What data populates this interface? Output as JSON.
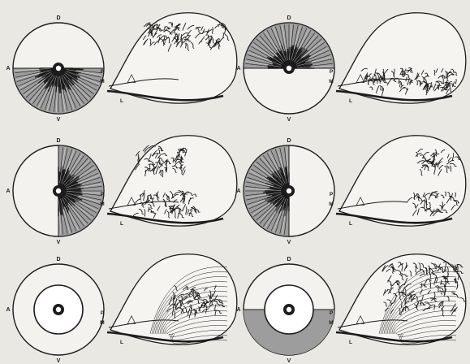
{
  "panels": [
    {
      "id": "a",
      "labels": {
        "top": "D",
        "bottom": "V",
        "left": "A",
        "right": "P",
        "m": "M",
        "l": "L"
      },
      "disc": "half",
      "fill": "bottom",
      "pattern": "dorsal-band"
    },
    {
      "id": "b",
      "labels": {
        "top": "D",
        "bottom": "V",
        "left": "A",
        "right": "P",
        "m": "M",
        "l": "L"
      },
      "disc": "half",
      "fill": "top",
      "pattern": "ventral-band"
    },
    {
      "id": "c",
      "labels": {
        "top": "D",
        "bottom": "V",
        "left": "A",
        "right": "P",
        "m": "M",
        "l": "L"
      },
      "disc": "half",
      "fill": "right",
      "pattern": "split-anterior"
    },
    {
      "id": "d",
      "labels": {
        "top": "D",
        "bottom": "V",
        "left": "A",
        "right": "P",
        "m": "M",
        "l": "L"
      },
      "disc": "half",
      "fill": "left",
      "pattern": "split-posterior"
    },
    {
      "id": "e",
      "labels": {
        "top": "D",
        "bottom": "V",
        "left": "A",
        "right": "P",
        "m": "M",
        "l": "L"
      },
      "disc": "ring",
      "fill": "none",
      "pattern": "center-lines"
    },
    {
      "id": "f",
      "labels": {
        "top": "D",
        "bottom": "V",
        "left": "A",
        "right": "P",
        "m": "M",
        "l": "L"
      },
      "disc": "ring-half",
      "fill": "bottom",
      "pattern": "full-lines"
    }
  ],
  "triangle_glyph": "△",
  "colors": {
    "paper": "#e9e8e3",
    "ink": "#1c1c1c",
    "shade": "#9d9d9d",
    "circle_fill": "#f3f2ee"
  }
}
